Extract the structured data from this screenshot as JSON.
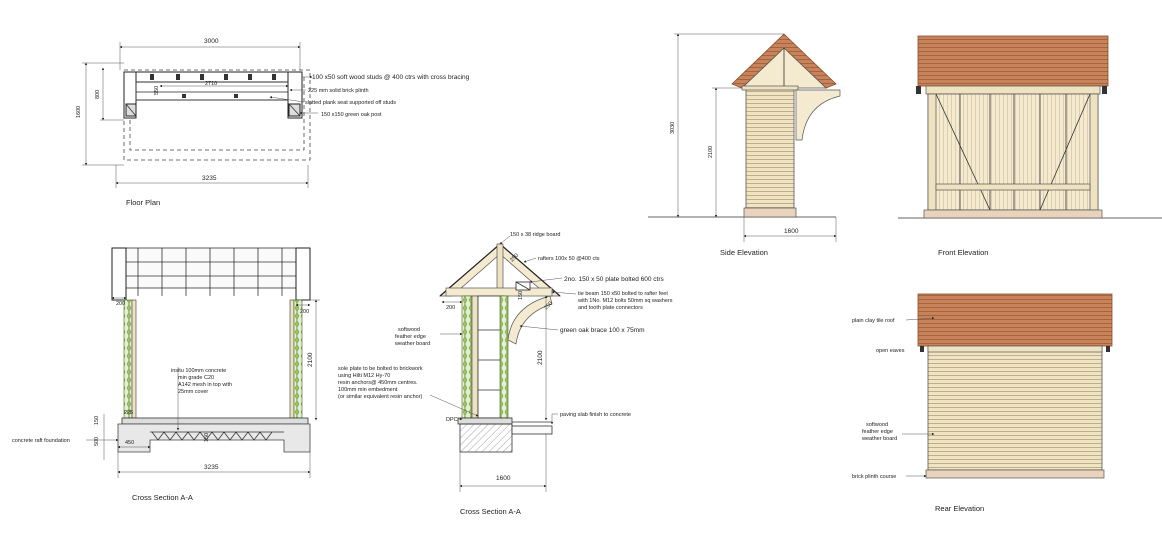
{
  "views": {
    "floor_plan": {
      "title": "Floor  Plan",
      "dims": {
        "top": "3000",
        "inner": "2710",
        "left_outer": "1600",
        "left_inner": "800",
        "bottom": "3235",
        "small": "550"
      },
      "notes": {
        "studs": "100 x50  soft  wood studs  @  400 ctrs with cross bracing",
        "plinth": "225 mm solid brick  plinth",
        "seat": "slatted plank seat supported off studs",
        "post": "150  x150 green  oak  post"
      }
    },
    "section_a": {
      "title": "Cross Section  A-A",
      "dims": {
        "d200_left": "200",
        "d200_right": "200",
        "height": "2100",
        "d150": "150",
        "d225": "225",
        "d500": "500",
        "d450": "450",
        "d150b": "150",
        "width": "3235"
      },
      "notes": {
        "concrete": [
          "insitu 100mm concrete",
          "min grade C20",
          "A142 mesh in top with",
          "25mm cover"
        ],
        "raft": "concrete raft foundation"
      }
    },
    "section_b": {
      "title": "Cross Section  A-A",
      "dims": {
        "d200": "200",
        "d250a": "250",
        "d250b": "250",
        "d150": "150",
        "height": "2100",
        "width": "1600"
      },
      "notes": {
        "ridge": "150 x 38  ridge board",
        "rafters": "rafters 100x 50 @400 cts",
        "plate": "2no. 150 x 50  plate bolted 600 ctrs",
        "tie": [
          "tie beam  150  x50 bolted to  rafter  feet",
          "with 1No. M12 bolts 50mm  sq washers",
          "and tooth plate connectors"
        ],
        "brace": "green oak  brace 100 x 75mm",
        "board": [
          "softwood",
          "feather  edge",
          "weather board"
        ],
        "sole": [
          "sole plate to be bolted to brickwork",
          "using Hilti M12 Hy-70",
          "resin anchors@ 450mm centres.",
          "100mm min embedment",
          "(or similar equivalent resin anchor)"
        ],
        "paving": "paving slab  finish  to  concrete",
        "dpc": "DPC"
      }
    },
    "side_elevation": {
      "title": "Side Elevation",
      "dims": {
        "total": "3030",
        "height": "2100",
        "width": "1600"
      }
    },
    "front_elevation": {
      "title": "Front  Elevation"
    },
    "rear_elevation": {
      "title": "Rear   Elevation",
      "notes": {
        "roof": "plain clay tile roof",
        "eaves": "open  eaves",
        "board": [
          "softwood",
          "feather  edge",
          "weather board"
        ],
        "plinth": "brick plinth  course"
      }
    }
  },
  "colors": {
    "tile": "#c9835a",
    "timber": "#f4ead0",
    "brick": "#e9d3bd",
    "green": "#9bbf64"
  }
}
